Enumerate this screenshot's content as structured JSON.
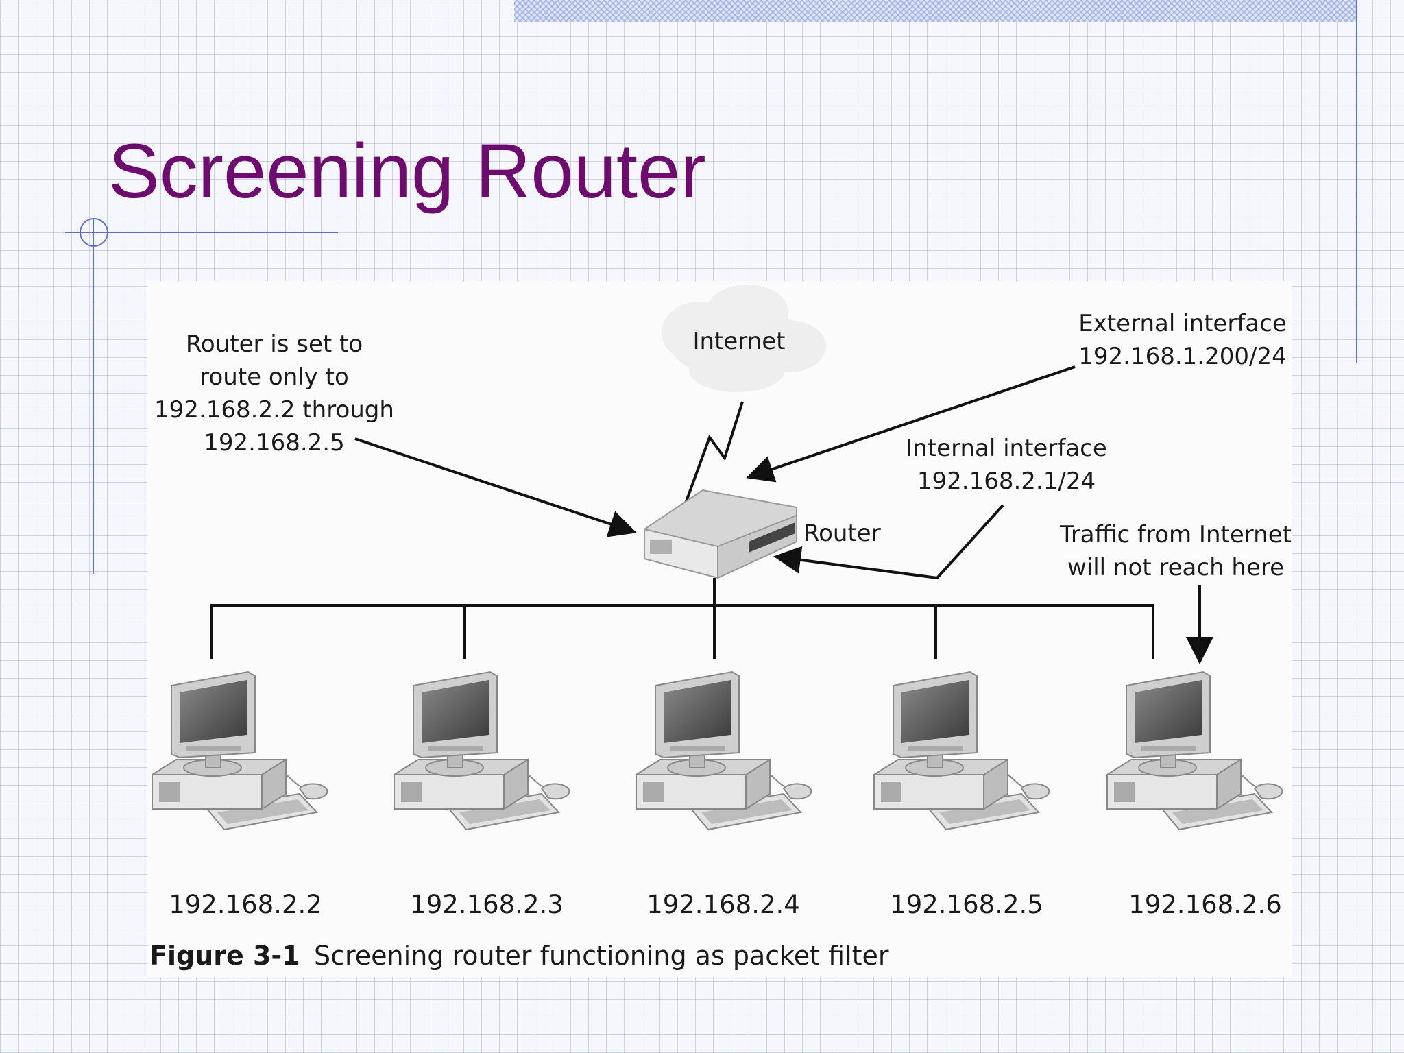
{
  "slide": {
    "title": "Screening Router"
  },
  "diagram": {
    "cloud_label": "Internet",
    "router_label": "Router",
    "note_router_lines": [
      "Router is set to",
      "route only to",
      "192.168.2.2 through",
      "192.168.2.5"
    ],
    "external_interface_lines": [
      "External interface",
      "192.168.1.200/24"
    ],
    "internal_interface_lines": [
      "Internal interface",
      "192.168.2.1/24"
    ],
    "traffic_note_lines": [
      "Traffic from Internet",
      "will not reach here"
    ],
    "hosts": [
      {
        "ip": "192.168.2.2"
      },
      {
        "ip": "192.168.2.3"
      },
      {
        "ip": "192.168.2.4"
      },
      {
        "ip": "192.168.2.5"
      },
      {
        "ip": "192.168.2.6"
      }
    ]
  },
  "caption": {
    "number": "Figure 3-1",
    "text": "Screening router functioning as packet filter"
  }
}
